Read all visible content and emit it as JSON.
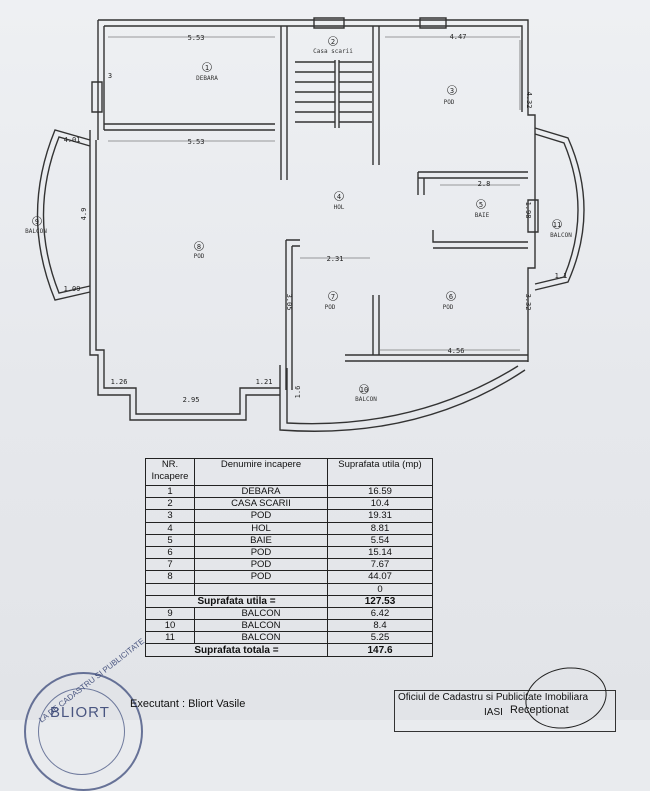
{
  "plan": {
    "rooms": [
      {
        "id": "1",
        "label": "DEBARA"
      },
      {
        "id": "2",
        "label": "Casa scarii"
      },
      {
        "id": "3",
        "label": "POD"
      },
      {
        "id": "4",
        "label": "HOL"
      },
      {
        "id": "5",
        "label": "BAIE"
      },
      {
        "id": "6",
        "label": "POD"
      },
      {
        "id": "7",
        "label": "POD"
      },
      {
        "id": "8",
        "label": "POD"
      },
      {
        "id": "9",
        "label": "BALCON"
      },
      {
        "id": "10",
        "label": "BALCON"
      },
      {
        "id": "11",
        "label": "BALCON"
      }
    ],
    "dimensions": {
      "d1": "5.53",
      "d2": "3",
      "d3": "5.53",
      "d4": "4.47",
      "d5": "4.32",
      "d6": "4.01",
      "d7": "4.9",
      "d8": "1.09",
      "d9": "2.8",
      "d10": "1.98",
      "d11": "1.1",
      "d12": "2.31",
      "d13": "3.05",
      "d14": "3.32",
      "d15": "4.56",
      "d16": "1.26",
      "d17": "1.21",
      "d18": "2.95",
      "d19": "1.6"
    }
  },
  "table": {
    "headers": {
      "nr": "NR. Incapere",
      "name": "Denumire incapere",
      "area": "Suprafata utila (mp)"
    },
    "rows": [
      {
        "nr": "1",
        "name": "DEBARA",
        "area": "16.59"
      },
      {
        "nr": "2",
        "name": "CASA SCARII",
        "area": "10.4"
      },
      {
        "nr": "3",
        "name": "POD",
        "area": "19.31"
      },
      {
        "nr": "4",
        "name": "HOL",
        "area": "8.81"
      },
      {
        "nr": "5",
        "name": "BAIE",
        "area": "5.54"
      },
      {
        "nr": "6",
        "name": "POD",
        "area": "15.14"
      },
      {
        "nr": "7",
        "name": "POD",
        "area": "7.67"
      },
      {
        "nr": "8",
        "name": "POD",
        "area": "44.07"
      },
      {
        "nr": "",
        "name": "",
        "area": "0"
      }
    ],
    "subtotal": {
      "label": "Suprafata utila =",
      "value": "127.53"
    },
    "balcony_rows": [
      {
        "nr": "9",
        "name": "BALCON",
        "area": "6.42"
      },
      {
        "nr": "10",
        "name": "BALCON",
        "area": "8.4"
      },
      {
        "nr": "11",
        "name": "BALCON",
        "area": "5.25"
      }
    ],
    "total": {
      "label": "Suprafata totala =",
      "value": "147.6"
    }
  },
  "footer": {
    "executant": "Executant : Bliort Vasile",
    "oficiu": "Oficiul de Cadastru si Publicitate Imobiliara",
    "oficiu_city": "IASI",
    "receptionat": "Receptionat",
    "stamp_arc": "LA DE CADASTRU SI PUBLICITATE",
    "stamp_name": "BLIORT"
  }
}
